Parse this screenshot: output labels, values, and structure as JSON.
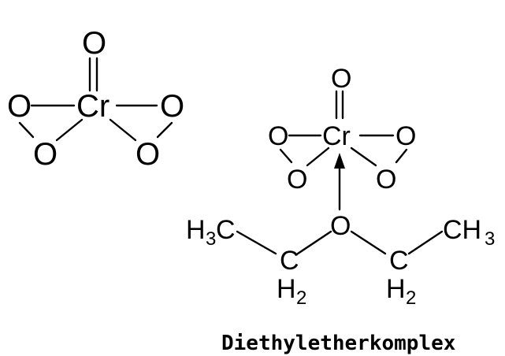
{
  "caption": "Diethyletherkomplex",
  "left_molecule": {
    "center": "Cr",
    "top_oxygen": "O",
    "left_oxygen_upper": "O",
    "left_oxygen_lower": "O",
    "right_oxygen_upper": "O",
    "right_oxygen_lower": "O"
  },
  "right_molecule": {
    "center": "Cr",
    "top_oxygen": "O",
    "left_oxygen_upper": "O",
    "left_oxygen_lower": "O",
    "right_oxygen_upper": "O",
    "right_oxygen_lower": "O",
    "ether_oxygen": "O",
    "methyl_left_main": "H",
    "methyl_left_sub": "3",
    "methyl_left_c": "C",
    "methylene_left_c": "C",
    "methylene_left_h": "H",
    "methylene_left_sub": "2",
    "methylene_right_c": "C",
    "methylene_right_h": "H",
    "methylene_right_sub": "2",
    "methyl_right_main": "CH",
    "methyl_right_sub": "3"
  }
}
